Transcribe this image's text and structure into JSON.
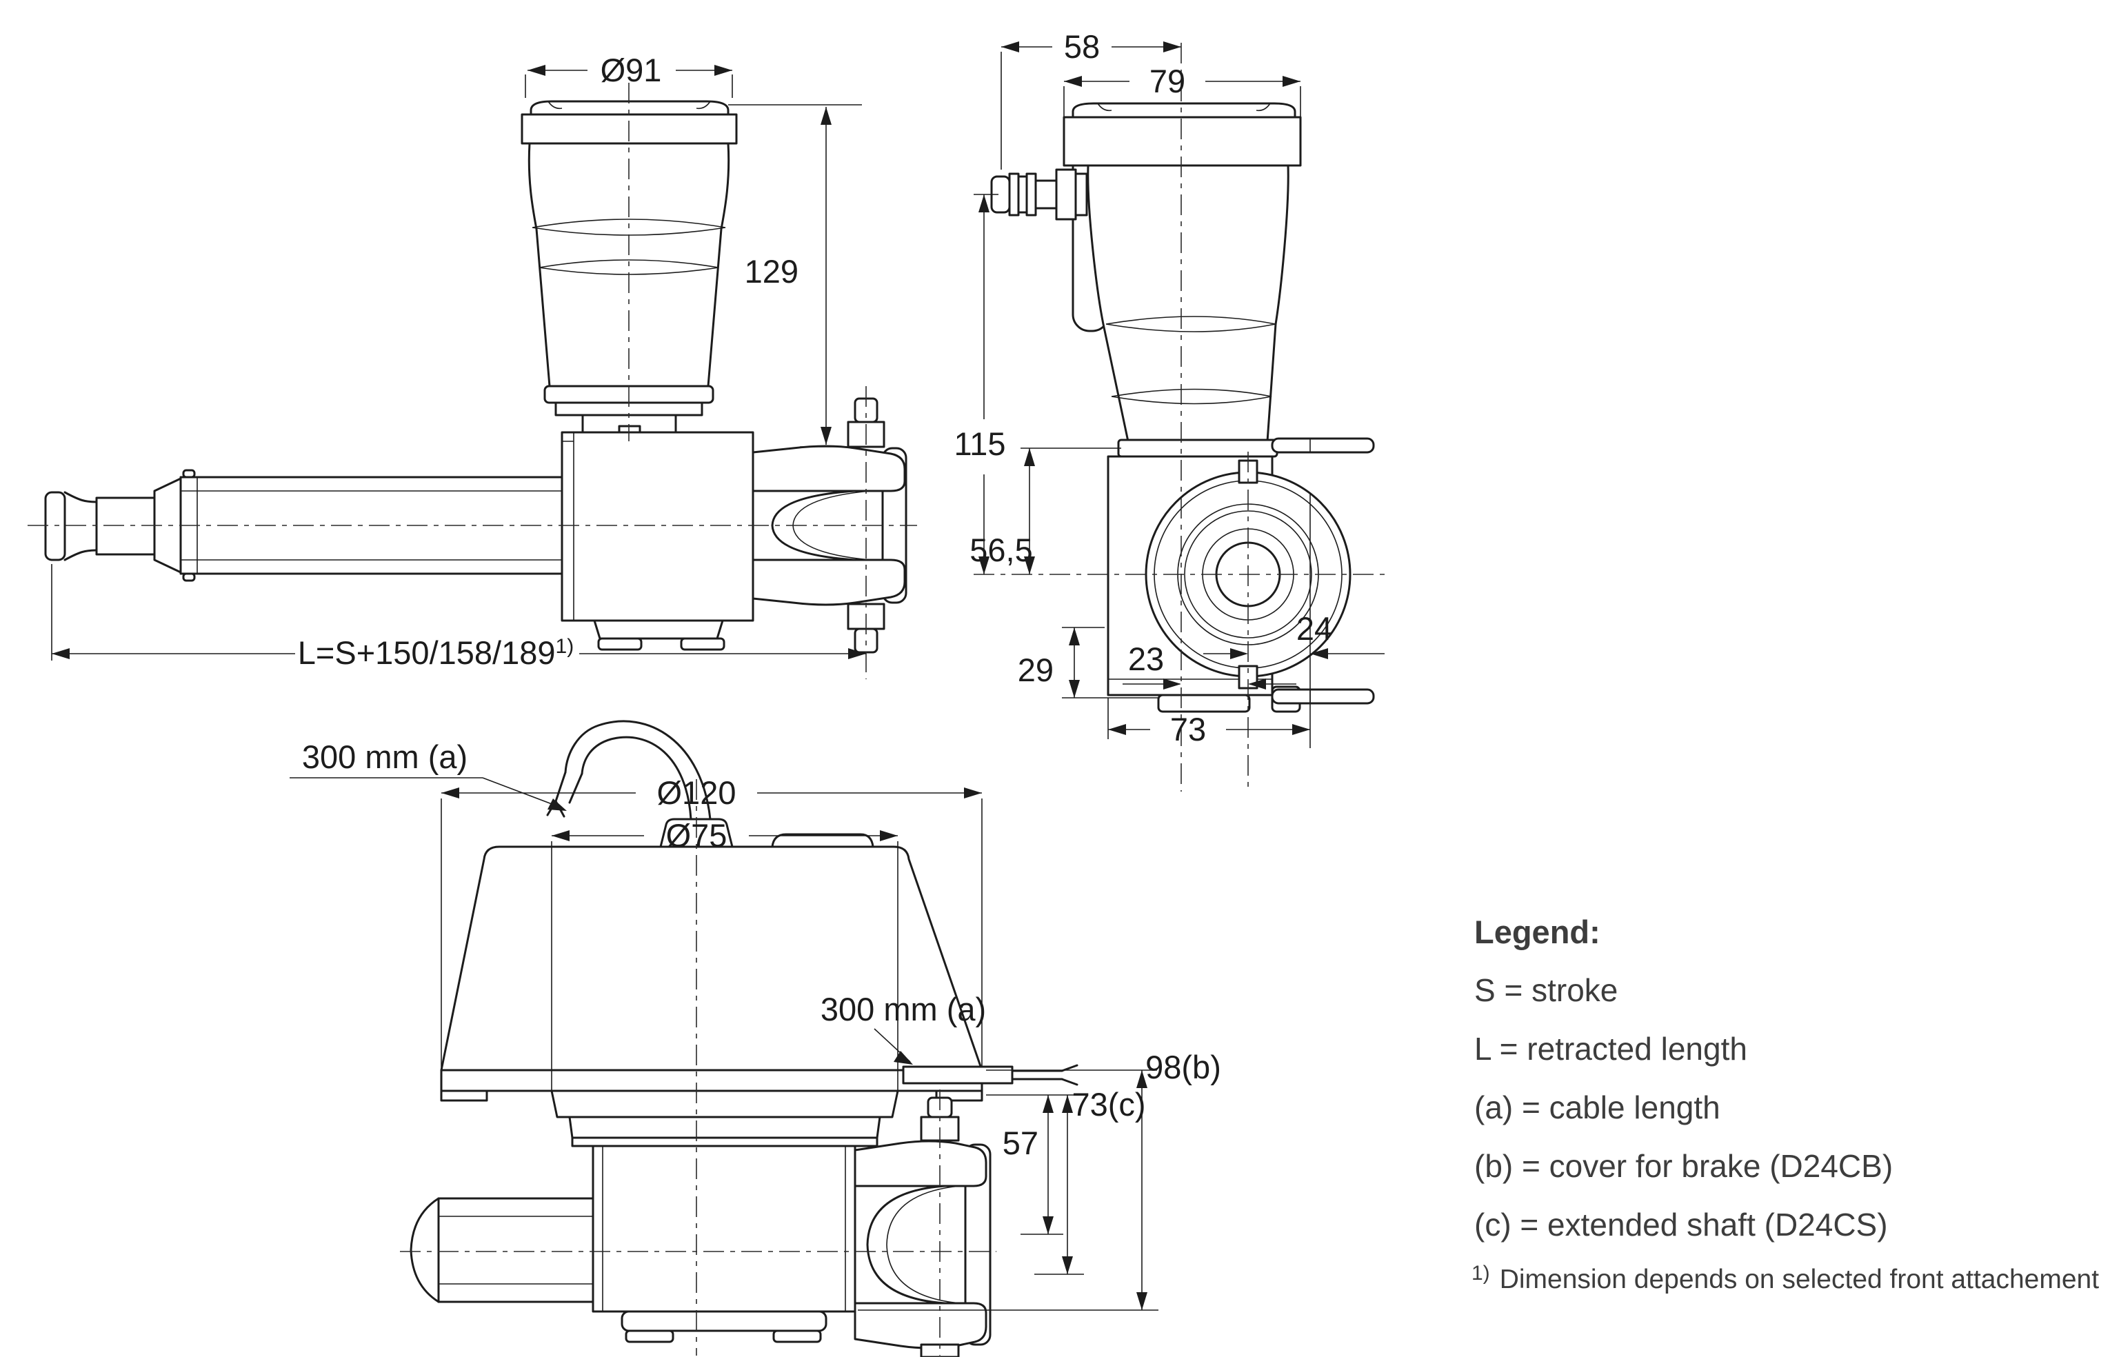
{
  "drawing": {
    "type": "technical-dimension-drawing",
    "colors": {
      "line": "#1c1c1c",
      "text": "#3d3d3d"
    },
    "side_view": {
      "dims": {
        "diameter_top": "Ø91",
        "height_right": "129",
        "retracted_length": "L=S+150/158/189",
        "retracted_length_sup": "1)"
      }
    },
    "rear_view": {
      "dims": {
        "w58": "58",
        "w79": "79",
        "h115": "115",
        "h565": "56,5",
        "h29": "29",
        "w23": "23",
        "w24": "24",
        "w73": "73"
      }
    },
    "top_view": {
      "dims": {
        "d120": "Ø120",
        "d75": "Ø75",
        "cable_top": "300 mm (a)",
        "cable_side": "300 mm (a)",
        "h57": "57",
        "h73c": "73(c)",
        "h98b": "98(b)"
      }
    },
    "legend": {
      "title": "Legend:",
      "items": [
        "S = stroke",
        "L = retracted length",
        "(a) = cable length",
        "(b) = cover for brake (D24CB)",
        "(c) = extended shaft (D24CS)"
      ],
      "footnote_sup": "1)",
      "footnote": "Dimension depends on selected front attachement"
    }
  }
}
